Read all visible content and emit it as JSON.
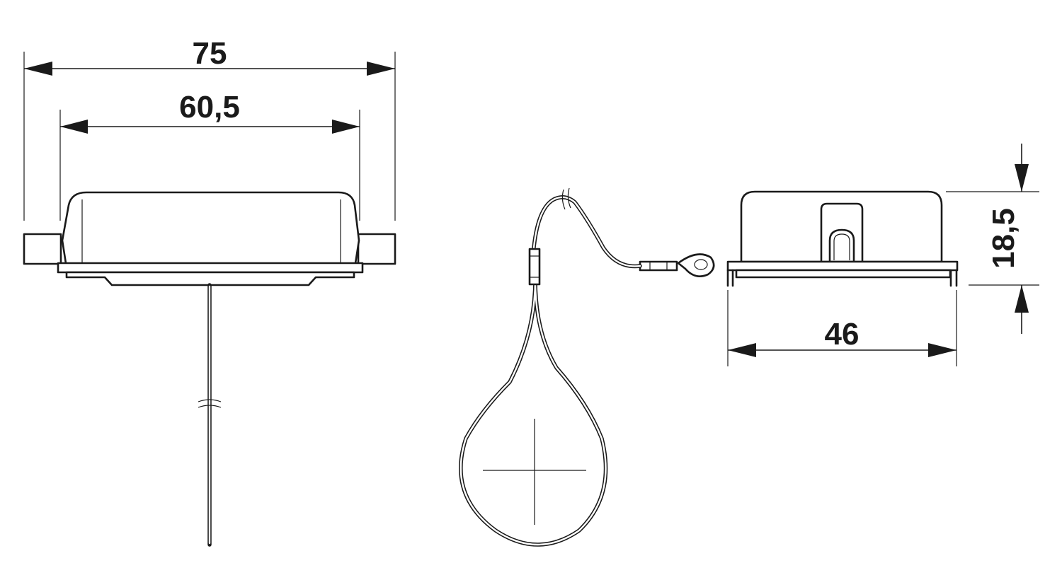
{
  "dimensions": {
    "overall_width": "75",
    "body_width": "60,5",
    "side_length": "46",
    "height": "18,5"
  }
}
